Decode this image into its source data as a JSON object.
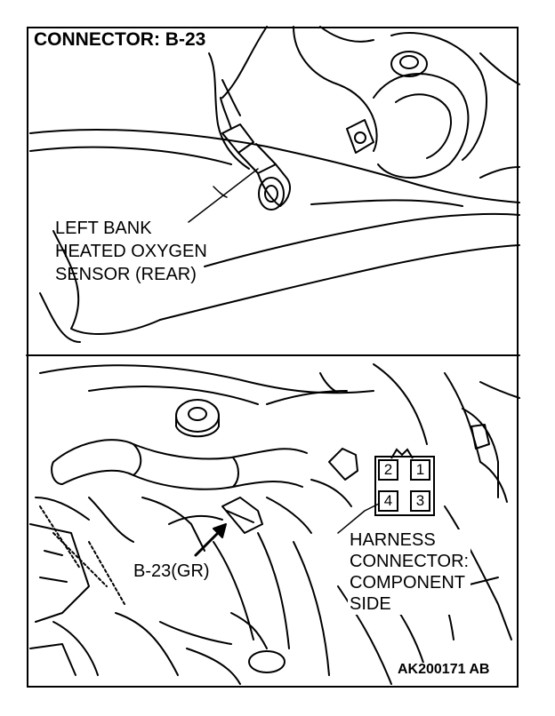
{
  "title": "CONNECTOR: B-23",
  "sensor_callout": {
    "lines": [
      "LEFT BANK",
      "HEATED OXYGEN",
      "SENSOR (REAR)"
    ]
  },
  "connector_callout": "B-23(GR)",
  "harness_callout": {
    "lines": [
      "HARNESS",
      "CONNECTOR:",
      "COMPONENT",
      "SIDE"
    ]
  },
  "pins": [
    "2",
    "1",
    "4",
    "3"
  ],
  "figure_id": "AK200171 AB",
  "colors": {
    "ink": "#000000",
    "paper": "#ffffff"
  }
}
